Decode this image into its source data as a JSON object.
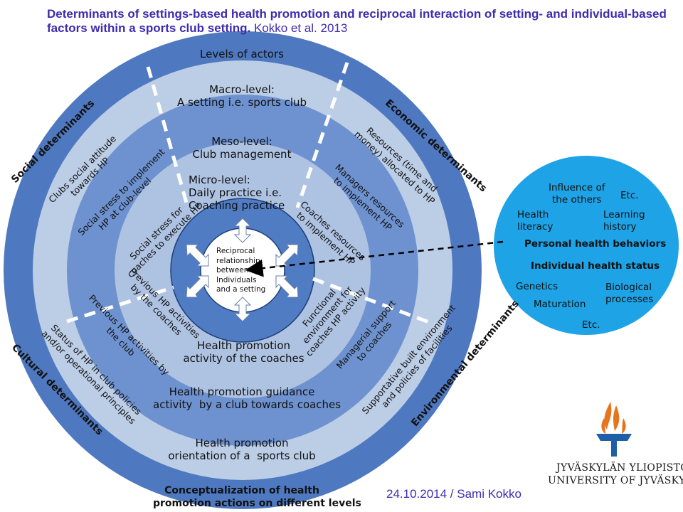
{
  "header": {
    "title": "Determinants of settings-based health promotion and reciprocal interaction of setting- and individual-based factors within a sports club setting.",
    "citation": "Kokko et al. 2013"
  },
  "levels": {
    "heading": "Levels of actors",
    "macro": "Macro-level:\nA setting i.e. sports club",
    "meso": "Meso-level:\nClub management",
    "micro": "Micro-level:\nDaily practice i.e.\nCoaching practice",
    "core": "Reciprocal\nrelationship\nbetween\nIndividuals\nand a setting"
  },
  "rings": {
    "coaches_activity": "Health promotion\nactivity of the coaches",
    "guidance": "Health promotion guidance\nactivity  by a club towards coaches",
    "orientation": "Health promotion\norientation of a  sports club",
    "caption": "Conceptualization of health\npromotion actions on different levels"
  },
  "determinants": {
    "social": "Social determinants",
    "economic": "Economic determinants",
    "cultural": "Cultural determinants",
    "environmental": "Environmental determinants"
  },
  "sectors": {
    "social": [
      "Clubs social attitude\ntowards HP",
      "Social stress to implement\nHP at club-level",
      "Social stress for\ncoaches to execute HP"
    ],
    "economic": [
      "Resources (time and\nmoney) allocated to HP",
      "Managers resources\nto implement HP",
      "Coaches resources\nto implement HP"
    ],
    "cultural": [
      "Status of HP in club policies\nand/or operational principles",
      "Previous HP activities by\nthe club",
      "Previous HP activities\nby the coaches"
    ],
    "environmental": [
      "Supportative built environment\nand policies of facilities",
      "Managerial support\nto coaches",
      "Functional\nenvironment for\ncoaches HP activity"
    ]
  },
  "individual": {
    "influence": "Influence of\nthe others",
    "etc_top": "Etc.",
    "health_literacy": "Health\nliteracy",
    "learning_history": "Learning\nhistory",
    "personal": "Personal health behaviors",
    "status": "Individual health status",
    "genetics": "Genetics",
    "biological": "Biological\nprocesses",
    "maturation": "Maturation",
    "etc_bottom": "Etc."
  },
  "logo": {
    "line1": "JYVÄSKYLÄN YLIOPISTO",
    "line2": "UNIVERSITY OF JYVÄSKYLÄ"
  },
  "footer": {
    "date_author": "24.10.2014 / Sami Kokko"
  },
  "colors": {
    "ring1": "#4e78bf",
    "ring2": "#bccde6",
    "ring3": "#6e92cf",
    "ring4": "#aec2e2",
    "inner": "#4f7cc2",
    "core": "#ffffff",
    "bubble": "#1ea3e6",
    "title": "#3f2bb0",
    "torch": "#e8731d",
    "torch_base": "#1f5fa8"
  }
}
